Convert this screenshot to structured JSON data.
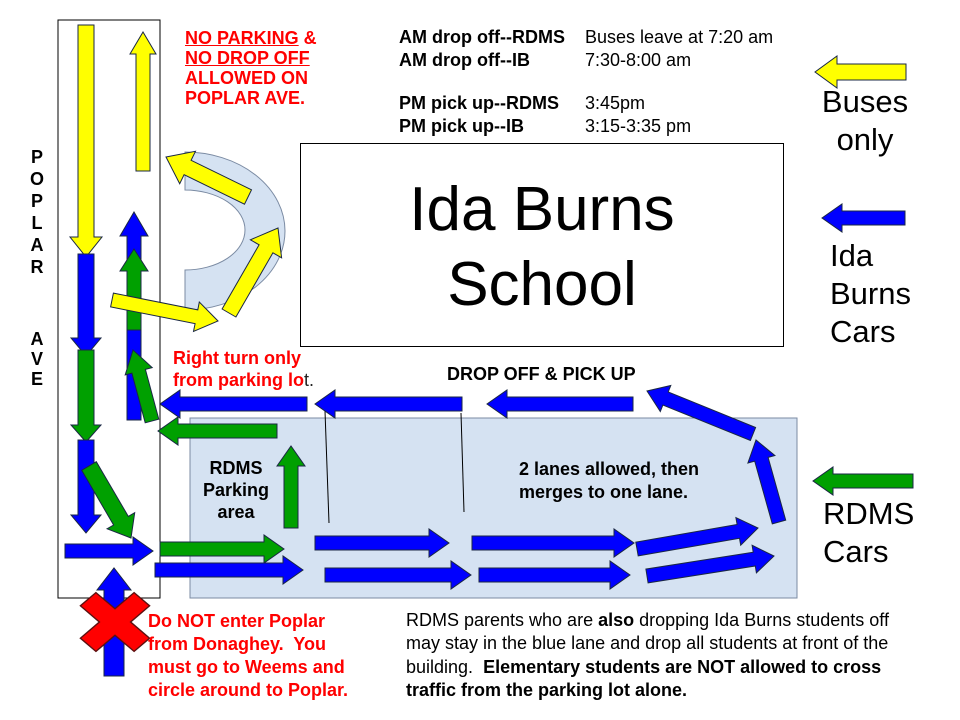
{
  "colors": {
    "bus_arrow": "#ffff00",
    "ida_burns_arrow": "#0000ff",
    "rdms_arrow": "#00a000",
    "warning_text": "#ff0000",
    "parking_fill": "#d5e2f2"
  },
  "no_parking_notice": {
    "line1_underlined": "NO PARKING",
    "line1_rest": " &",
    "line2_underlined": "NO DROP OFF",
    "line3": "ALLOWED ON",
    "line4": "POPLAR AVE."
  },
  "schedule": [
    {
      "label": "AM drop off--RDMS",
      "time": "Buses leave at 7:20 am"
    },
    {
      "label": "AM drop off--IB",
      "time": "7:30-8:00 am"
    },
    {
      "label": "PM pick up--RDMS",
      "time": "3:45pm"
    },
    {
      "label": "PM pick up--IB",
      "time": "3:15-3:35 pm"
    }
  ],
  "school": {
    "line1": "Ida Burns",
    "line2": "School"
  },
  "road_label": {
    "word1": "POPLAR",
    "word2": "AVE"
  },
  "legend": {
    "buses": [
      "Buses",
      "only"
    ],
    "ida_burns_cars": [
      "Ida",
      "Burns",
      "Cars"
    ],
    "rdms_cars": [
      "RDMS",
      "Cars"
    ]
  },
  "right_turn_notice": {
    "line1": "Right turn only",
    "line2_main": "from parking lo",
    "line2_tail": "t."
  },
  "drop_off_label": "DROP OFF & PICK UP",
  "parking_area_label": [
    "RDMS",
    "Parking",
    "area"
  ],
  "lanes_note": [
    "2 lanes allowed, then",
    "merges to one lane."
  ],
  "donaghey_warning": [
    "Do NOT enter Poplar",
    "from Donaghey.  You",
    "must go to Weems and",
    "circle around to Poplar."
  ],
  "rdms_parents_note": {
    "l1_a": "RDMS parents who are ",
    "l1_bold": "also",
    "l1_b": " dropping Ida Burns students off",
    "l2": "may stay in the blue lane and drop all students at front of the",
    "l3_a": "building.  ",
    "l3_bold": "Elementary students are NOT allowed to cross",
    "l4_bold": "traffic from the parking lot alone."
  }
}
